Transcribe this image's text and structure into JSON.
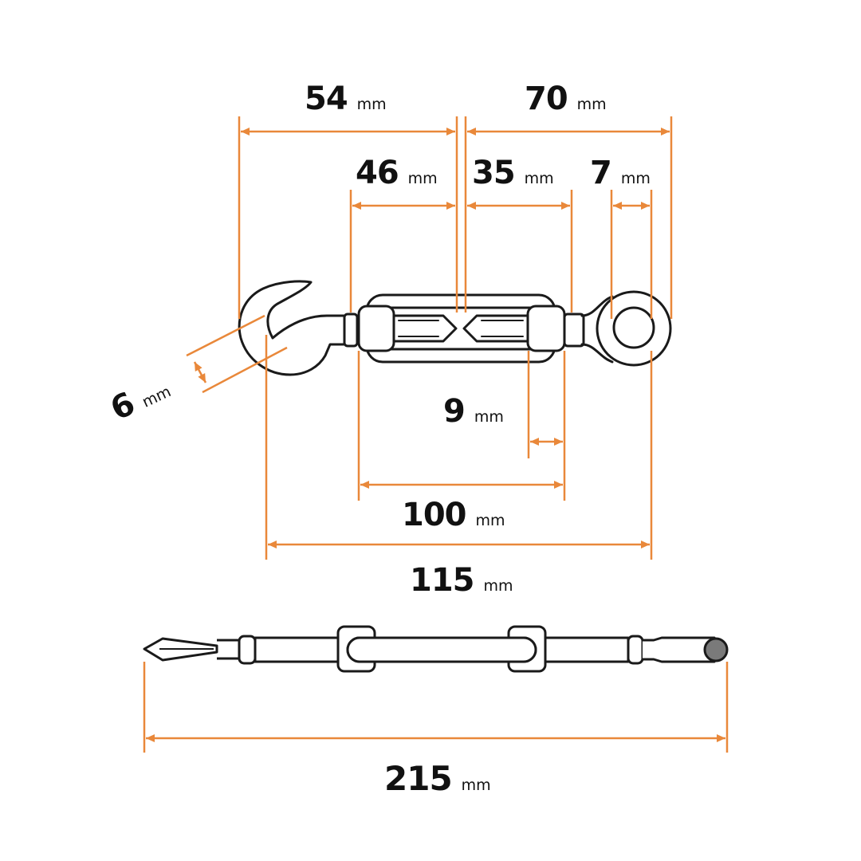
{
  "colors": {
    "dimension": "#e9883a",
    "outline": "#1a1a1a",
    "eye_end_fill": "#7a7a7a",
    "background": "#ffffff"
  },
  "dimensions": [
    {
      "id": "hook_to_body_center",
      "value": "54",
      "unit": "mm"
    },
    {
      "id": "body_center_to_eye_end",
      "value": "70",
      "unit": "mm"
    },
    {
      "id": "hook_side_thread",
      "value": "46",
      "unit": "mm"
    },
    {
      "id": "eye_side_thread",
      "value": "35",
      "unit": "mm"
    },
    {
      "id": "eye_inner_diameter",
      "value": "7",
      "unit": "mm"
    },
    {
      "id": "hook_wire",
      "value": "6",
      "unit": "mm"
    },
    {
      "id": "body_end_width",
      "value": "9",
      "unit": "mm"
    },
    {
      "id": "body_length",
      "value": "100",
      "unit": "mm"
    },
    {
      "id": "hook_to_eye_length",
      "value": "115",
      "unit": "mm"
    },
    {
      "id": "total_length",
      "value": "215",
      "unit": "mm"
    }
  ]
}
